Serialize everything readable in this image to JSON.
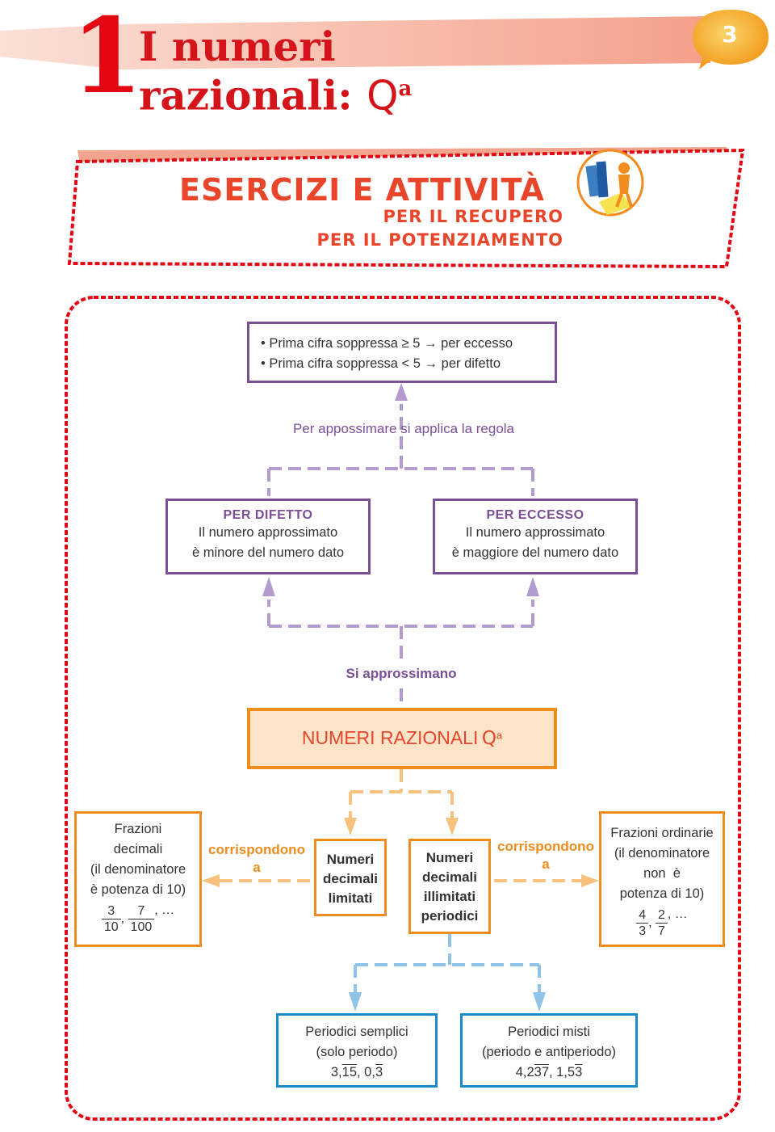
{
  "header": {
    "chapter_number": "1",
    "title_line1": "I numeri",
    "title_line2": "razionali:",
    "title_symbol": "Q",
    "title_superscript": "a",
    "page_number": "3"
  },
  "banner": {
    "title": "ESERCIZI E ATTIVITÀ",
    "subtitle1": "PER IL RECUPERO",
    "subtitle2": "PER IL POTENZIAMENTO"
  },
  "rule_box": {
    "line1_prefix": "Prima cifra soppressa",
    "line1_symbol": "≥",
    "line1_value": "5",
    "line1_arrow": "→",
    "line1_result": "per eccesso",
    "line2_prefix": "Prima cifra soppressa",
    "line2_symbol": "<",
    "line2_value": "5",
    "line2_arrow": "→",
    "line2_result": "per difetto"
  },
  "rule_label": "Per appossimare si applica la regola",
  "difetto": {
    "title": "PER DIFETTO",
    "line1": "Il numero approssimato",
    "line2": "è minore del numero dato"
  },
  "eccesso": {
    "title": "PER ECCESSO",
    "line1": "Il numero approssimato",
    "line2": "è maggiore del numero dato"
  },
  "approx_label": "Si approssimano",
  "central": {
    "label": "NUMERI RAZIONALI",
    "symbol": "Q",
    "superscript": "a"
  },
  "frazioni_decimali": {
    "line1": "Frazioni",
    "line2": "decimali",
    "line3": "(il denominatore",
    "line4": "è potenza di 10)",
    "f1_num": "3",
    "f1_den": "10",
    "f2_num": "7",
    "f2_den": "100",
    "sep": ",",
    "ellipsis": ", …"
  },
  "corrispondono_left": {
    "line1": "corrispondono",
    "line2": "a"
  },
  "corrispondono_right": {
    "line1": "corrispondono",
    "line2": "a"
  },
  "decimali_limitati": {
    "line1": "Numeri",
    "line2": "decimali",
    "line3": "limitati"
  },
  "decimali_periodici": {
    "line1": "Numeri",
    "line2": "decimali",
    "line3": "illimitati",
    "line4": "periodici"
  },
  "frazioni_ordinarie": {
    "line1": "Frazioni ordinarie",
    "line2": "(il denominatore",
    "line3": "non  è",
    "line4": "potenza di 10)",
    "f1_num": "4",
    "f1_den": "3",
    "f2_num": "2",
    "f2_den": "7",
    "sep": ",",
    "ellipsis": ", …"
  },
  "periodici_semplici": {
    "line1": "Periodici semplici",
    "line2": "(solo periodo)",
    "ex1_int": "3,",
    "ex1_per": "15",
    "ex_sep": ", ",
    "ex2_int": "0,",
    "ex2_per": "3"
  },
  "periodici_misti": {
    "line1": "Periodici misti",
    "line2": "(periodo e antiperiodo)",
    "ex1_int": "4,2",
    "ex1_per": "37",
    "ex_sep": ", ",
    "ex2_int": "1,5",
    "ex2_per": "3"
  },
  "colors": {
    "red": "#e30613",
    "purple": "#7b4e96",
    "light_purple": "#b39bd0",
    "orange": "#ec8d1d",
    "light_orange": "#f7c27e",
    "blue": "#1a8cc8",
    "light_blue": "#8fc3e8",
    "central_fill": "#fde3c7"
  }
}
